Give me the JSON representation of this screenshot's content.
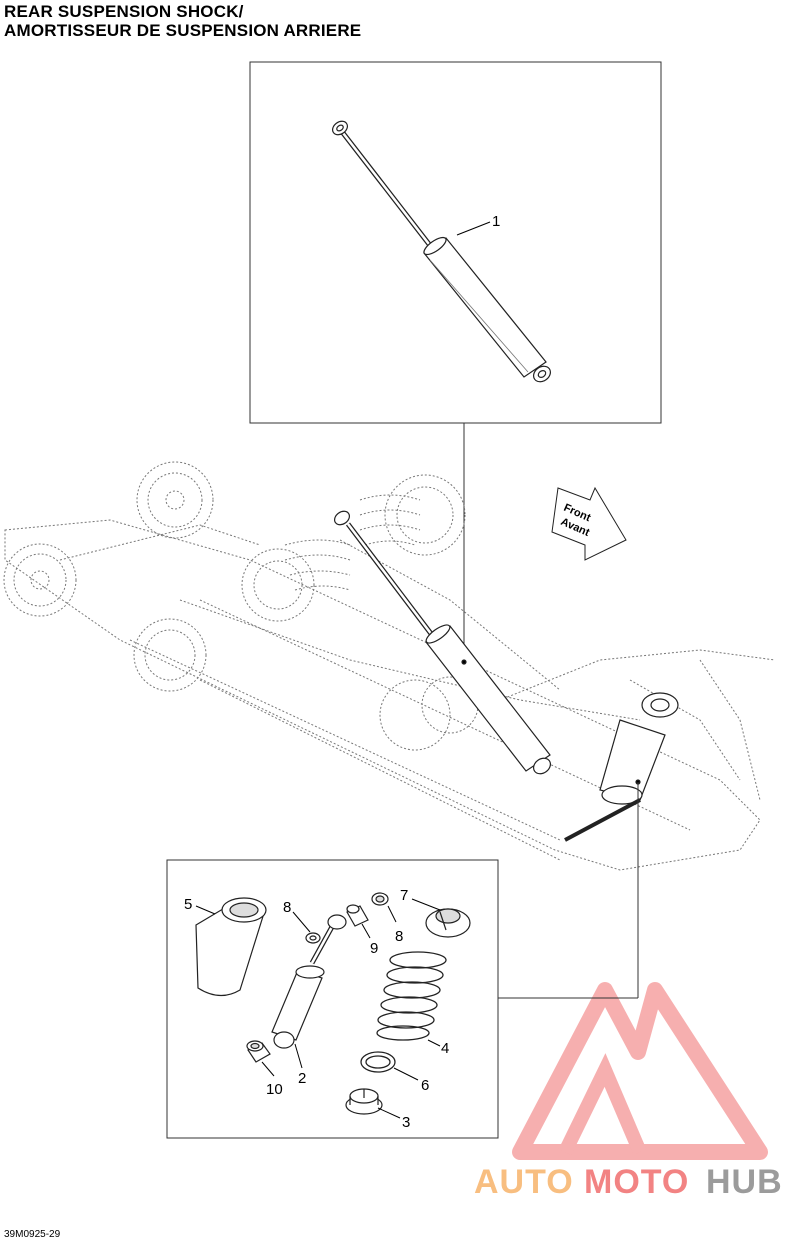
{
  "title": {
    "line1": "REAR SUSPENSION SHOCK/",
    "line2": "AMORTISSEUR DE SUSPENSION ARRIERE"
  },
  "callouts": {
    "c1": "1",
    "c2": "2",
    "c3": "3",
    "c4": "4",
    "c5": "5",
    "c6": "6",
    "c7": "7",
    "c8a": "8",
    "c8b": "8",
    "c9": "9",
    "c10": "10"
  },
  "front_arrow": {
    "line1": "Front",
    "line2": "Avant"
  },
  "watermark": {
    "auto": "AUTO",
    "moto": "MOTO",
    "hub": "HUB"
  },
  "diagram_code": "39M0925-29"
}
